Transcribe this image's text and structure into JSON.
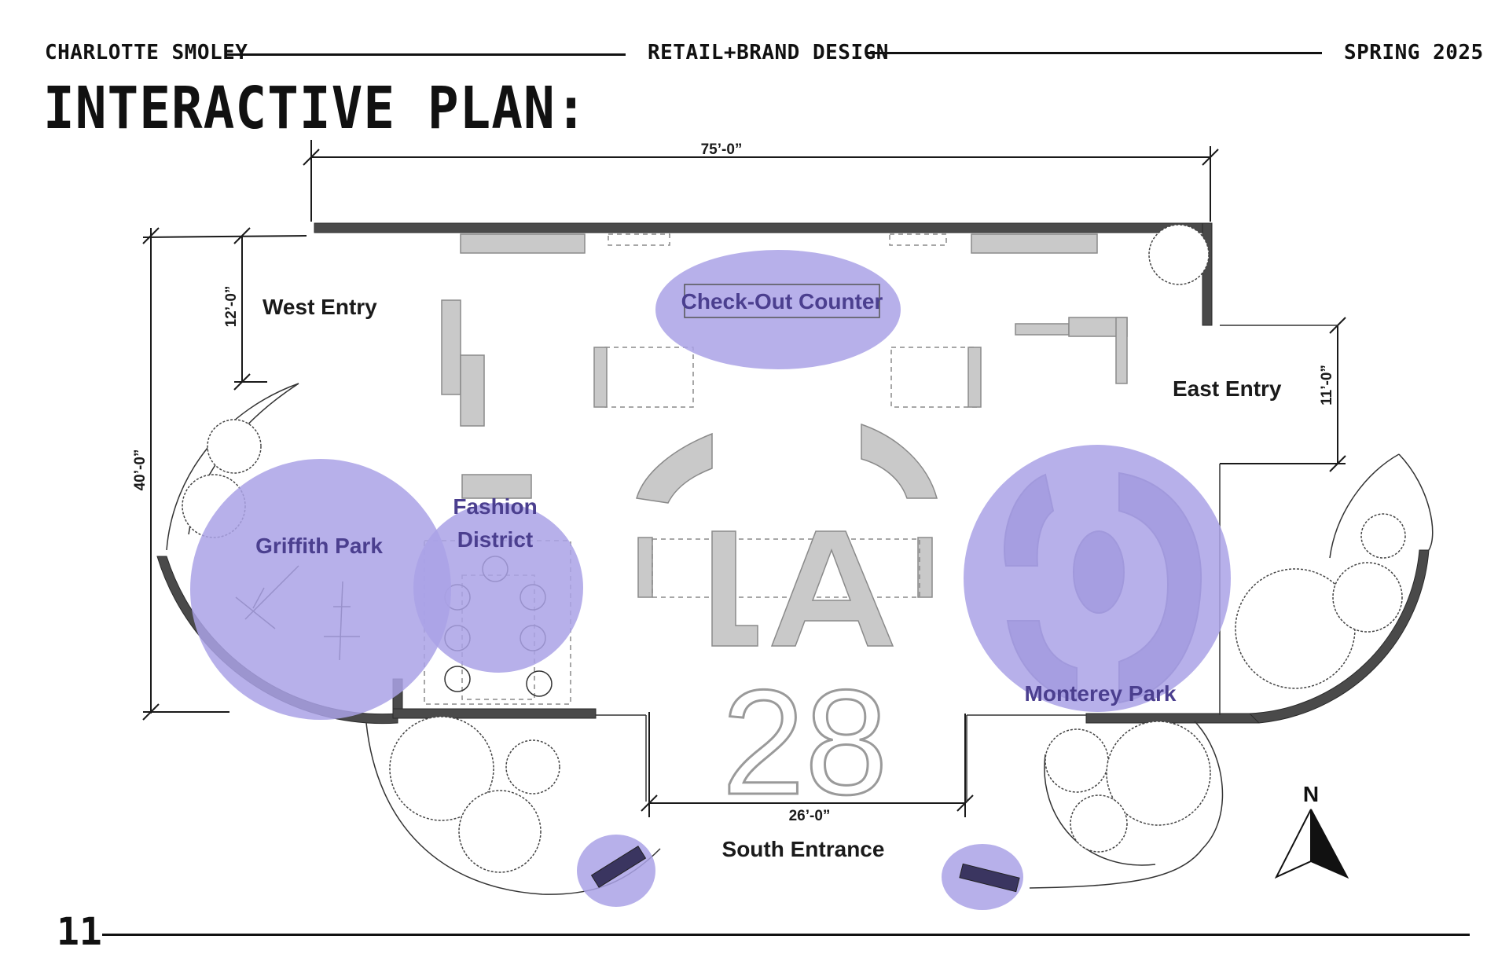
{
  "header": {
    "author": "CHARLOTTE SMOLEY",
    "course": "RETAIL+BRAND DESIGN",
    "term": "SPRING 2025"
  },
  "title": "INTERACTIVE PLAN:",
  "page_number": "11",
  "plan": {
    "dimensions": {
      "width_top": "75’-0”",
      "height_left": "40’-0”",
      "west_entry_height": "12’-0”",
      "east_entry_height": "11’-0”",
      "south_entrance_width": "26’-0”"
    },
    "labels": {
      "west_entry": "West Entry",
      "east_entry": "East Entry",
      "south_entrance": "South Entrance"
    },
    "zones": {
      "checkout": "Check-Out Counter",
      "griffith": "Griffith Park",
      "fashion_line1": "Fashion",
      "fashion_line2": "District",
      "monterey": "Monterey Park"
    },
    "graphics": {
      "la": "LA",
      "number": "28"
    },
    "compass": "N",
    "zone_color": "#aaa2e6"
  }
}
